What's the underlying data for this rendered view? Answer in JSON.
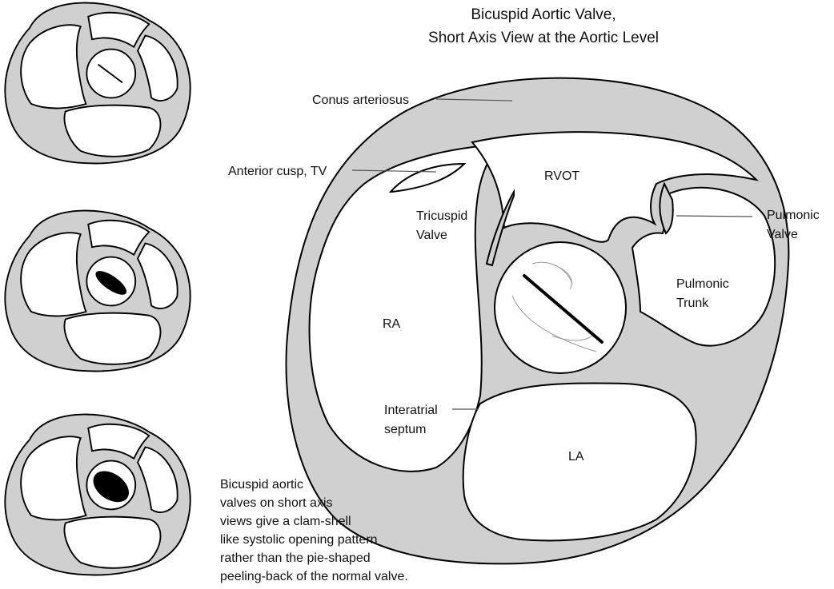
{
  "title": {
    "line1": "Bicuspid Aortic Valve,",
    "line2": "Short Axis View at the Aortic Level"
  },
  "labels": {
    "conus": "Conus arteriosus",
    "anterior_cusp": "Anterior cusp, TV",
    "rvot": "RVOT",
    "tricuspid_1": "Tricuspid",
    "tricuspid_2": "Valve",
    "pulmonic_valve_1": "Pulmonic",
    "pulmonic_valve_2": "Valve",
    "pulmonic_trunk_1": "Pulmonic",
    "pulmonic_trunk_2": "Trunk",
    "ra": "RA",
    "interatrial_1": "Interatrial",
    "interatrial_2": "septum",
    "la": "LA"
  },
  "note": [
    "Bicuspid aortic",
    "valves on short axis",
    "views give a clam-shell",
    "like systolic opening pattern",
    "rather than the pie-shaped",
    "peeling-back of the normal valve."
  ],
  "colors": {
    "wall": "#d0d0d0",
    "outline": "#000000",
    "background": "#ffffff"
  }
}
